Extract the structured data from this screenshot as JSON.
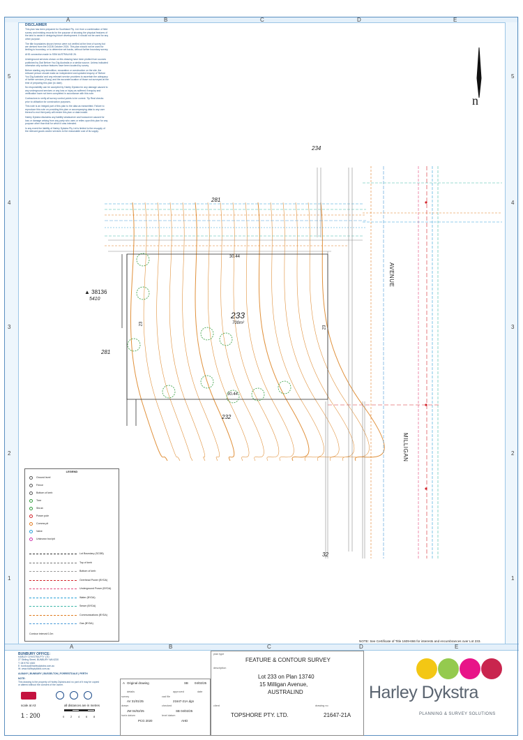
{
  "grid": {
    "columns": [
      "A",
      "B",
      "C",
      "D",
      "E"
    ],
    "rows": [
      "5",
      "4",
      "3",
      "2",
      "1"
    ]
  },
  "disclaimer": {
    "title": "DISCLAIMER",
    "paragraphs": [
      "This plan has been prepared for Southland Pty. Ltd. from a combination of field survey and existing records for the purpose of showing the physical features of the land to assist in designing future development. It should not be used for any other purpose.",
      "The title boundaries shown hereon were not verified at the time of survey but are derived from the DCDB October 2024. This plan should not be used for limiting to boundary, or to determine set backs, without further boundary survey.",
      "AHD connection made to SSM AUSTRALIND 26.",
      "Underground services shown on this drawing have been plotted from sources published by Dial Before You Dig Australia or a similar source. Unless indicated otherwise only surface features have been located by survey.",
      "Before starting any demolition, excavation or construction on the site, the relevant person should make an independent and updated enquiry of 'Before You Dig Australia' and any relevant service providers to ascertain the adequacy of further services (if any) and the accurate location of those not surveyed at the time of preparing this plan (to date).",
      "No responsibility can be accepted by Harley Dykstra for any damage caused to any underground services or any loss or injury as suffered if enquiry and verification have not been completed in accordance with this note.",
      "Contractors to verify all survey control points to be correct. Tip Real checks prior to utilisation for construction purposes.",
      "This note is an integral part of this plan to the data as transmitted. Failure to reproduce this note on providing this plan or accompanying data to any user thereof to end third party will render this plan or data invalid.",
      "Harley Dykstra disclaims any liability whatsoever and howsoever caused for loss or damage arising from any party who uses or relies upon this plan for any purpose other than that for which it was intended.",
      "In any event the liability of Harley Dykstra Pty Ltd is limited to the resupply of the relevant goods and/or services to the reasonable cost of its supply."
    ]
  },
  "plan": {
    "north": "n",
    "lot_main": "233",
    "lot_area": "700m²",
    "lot_281_top": "281",
    "lot_281_left": "281",
    "lot_234": "234",
    "lot_232": "232",
    "lot_32": "32",
    "dim_top": "30.44",
    "dim_bottom": "30.44",
    "dim_left": "23",
    "dim_right": "23",
    "survey_mark": "38136",
    "survey_mark_sub": "5410",
    "street_avenue": "AVENUE",
    "street_milligan": "MILLIGAN"
  },
  "legend": {
    "title": "LEGEND",
    "point_items": [
      {
        "label": "Ground level",
        "color": "#555555"
      },
      {
        "label": "Fence",
        "color": "#555555"
      },
      {
        "label": "Bottom of kerb",
        "color": "#555555"
      },
      {
        "label": "Tree",
        "color": "#2f9a3a"
      },
      {
        "label": "Shrub",
        "color": "#2f9a3a"
      },
      {
        "label": "Power pole",
        "color": "#d2232a"
      },
      {
        "label": "Comms pit",
        "color": "#e07b1f"
      },
      {
        "label": "Valve",
        "color": "#2aa0d8"
      },
      {
        "label": "Unknown box/pit",
        "color": "#cc33aa"
      }
    ],
    "line_items": [
      {
        "label": "Lot Boundary (SCDB)",
        "color": "#333333"
      },
      {
        "label": "Top of kerb",
        "color": "#777777"
      },
      {
        "label": "Bottom of kerb",
        "color": "#999999"
      },
      {
        "label": "Overhead Power (BYDA)",
        "color": "#d2232a"
      },
      {
        "label": "Underground Power (BYDA)",
        "color": "#e0457a"
      },
      {
        "label": "Water (BYDA)",
        "color": "#2aa0d8"
      },
      {
        "label": "Sewer (BYDA)",
        "color": "#3fb8a8"
      },
      {
        "label": "Communications (BYDA)",
        "color": "#e07b1f"
      },
      {
        "label": "Gas (BYDA)",
        "color": "#4a9ad8"
      }
    ],
    "contour_note": "Contour interval 0.2m"
  },
  "cert_note": "NOTE: See Certificate of Title 1609-666 for interests and encumbrances over Lot 233.",
  "title_block": {
    "office_heading": "BUNBURY OFFICE:",
    "office_lines": [
      "HARLEY DYKSTRA PTY LTD",
      "27 Stirling Street, BUNBURY WA 6230",
      "T: 08 9792 4300",
      "E: bunbury@harleydykstra.com.au",
      "W: www.harleydykstra.com.au"
    ],
    "offices": "ALBANY | BUNBURY | BUSSELTON | FORRESTDALE | PERTH",
    "note_heading": "NOTE:",
    "note_text": "This drawing is the property of Harley Dykstra and no part of it may be copied or altered without the consent of the owner.",
    "scale_label": "scale at A3",
    "scale_value": "1 : 200",
    "distances_label": "all distances are in metres",
    "scale_ticks": [
      "0",
      "2",
      "4",
      "6",
      "8"
    ],
    "rev_row": {
      "rev": "A",
      "desc": "Original drawing",
      "by": "SB",
      "date": "04/02/25"
    },
    "details_label": "details",
    "approved_label": "approved",
    "date_label": "date",
    "survey_label": "survey",
    "survey_value": "AV 31/01/25",
    "cadfile_label": "cad file",
    "cadfile_value": "21647-21A.dgn",
    "drawn_label": "drawn",
    "drawn_value": "JW 04/02/25",
    "checked_label": "checked",
    "checked_value": "SB 04/02/25",
    "horiz_label": "horiz datum",
    "horiz_value": "PCG 2020",
    "level_label": "level datum",
    "level_value": "AHD",
    "plan_type_label": "plan type",
    "plan_type": "FEATURE & CONTOUR SURVEY",
    "description_label": "description",
    "description_lines": [
      "Lot 233 on Plan 13740",
      "15 Milligan Avenue,",
      "AUSTRALIND"
    ],
    "client_label": "client",
    "client": "TOPSHORE PTY. LTD.",
    "drawing_no_label": "drawing no",
    "drawing_no": "21647-21A",
    "company": "Harley Dykstra",
    "tagline": "PLANNING & SURVEY SOLUTIONS",
    "brand_colors": [
      "#f2c200",
      "#8bc53f",
      "#e6007e",
      "#c4123f"
    ]
  }
}
